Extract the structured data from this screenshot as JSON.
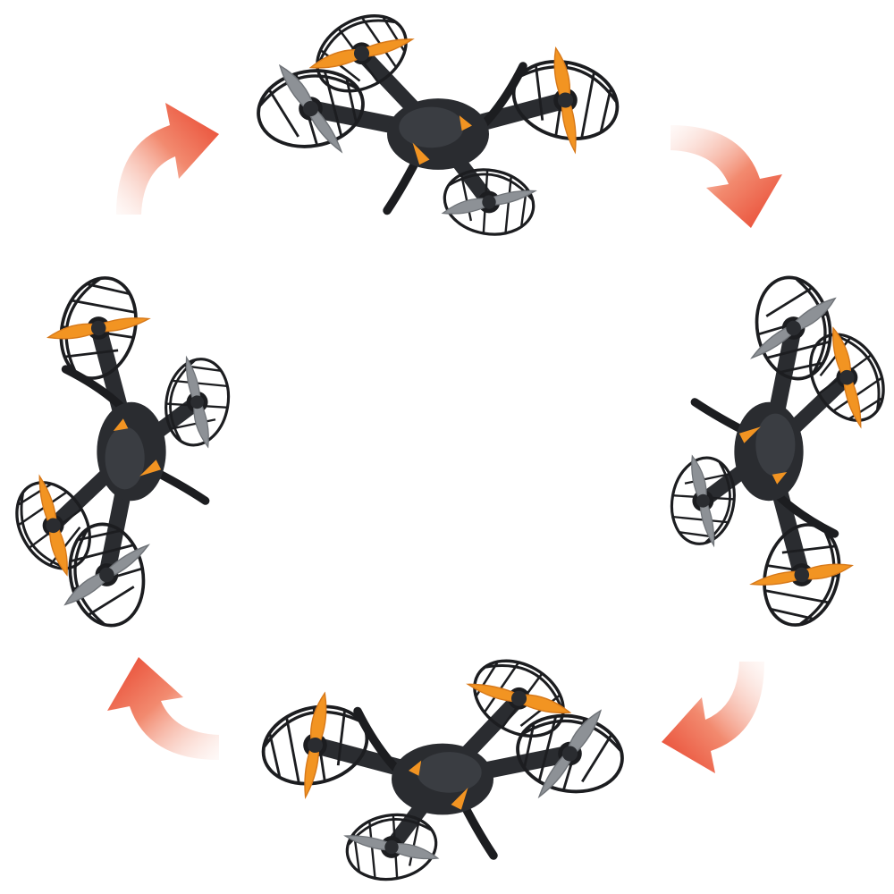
{
  "scene": {
    "background": "#ffffff",
    "drone_body_color": "#2a2c30",
    "drone_cage_color": "#1c1d20",
    "propeller_accent_color": "#f29422",
    "propeller_gray_color": "#8d9196",
    "arrow_color": "#e8422c",
    "arrow_fade_color": "#fbe3dc"
  },
  "drones": [
    {
      "name": "drone-top",
      "orientation": "front-left"
    },
    {
      "name": "drone-right",
      "orientation": "rotated-90"
    },
    {
      "name": "drone-bottom",
      "orientation": "front-right"
    },
    {
      "name": "drone-left",
      "orientation": "rotated-270"
    }
  ],
  "arrows": [
    {
      "name": "rotation-arrow-top-left",
      "icon": "curved-arrow-icon"
    },
    {
      "name": "rotation-arrow-top-right",
      "icon": "curved-arrow-icon"
    },
    {
      "name": "rotation-arrow-bottom-right",
      "icon": "curved-arrow-icon"
    },
    {
      "name": "rotation-arrow-bottom-left",
      "icon": "curved-arrow-icon"
    }
  ]
}
